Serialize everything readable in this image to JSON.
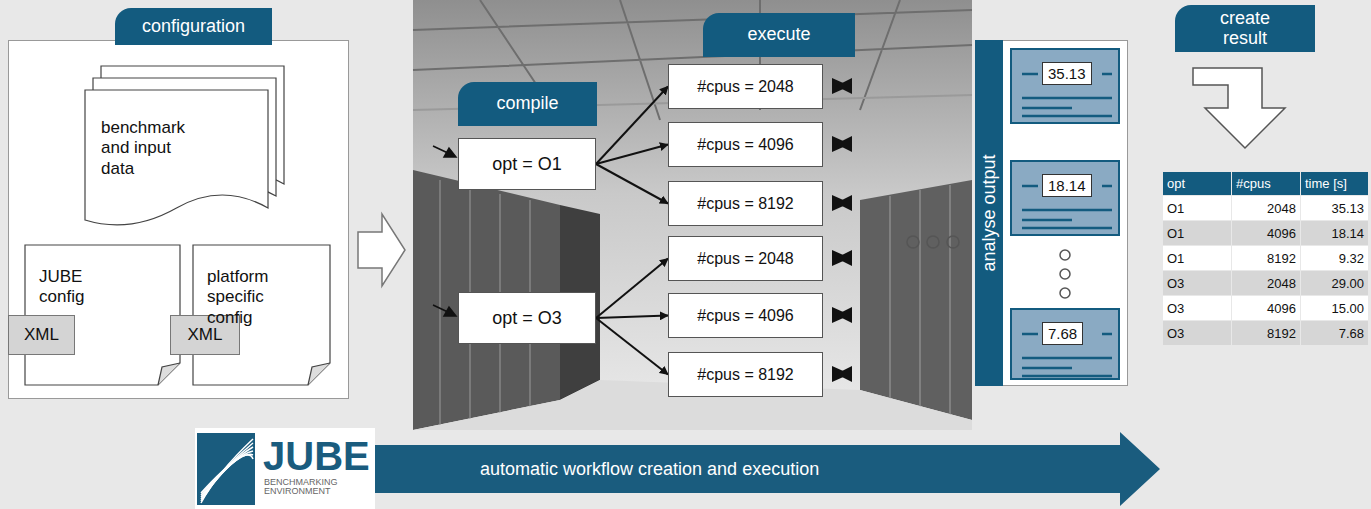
{
  "diagram": {
    "nodes": [
      {
        "text": [
          "configuration"
        ]
      },
      {
        "text": [
          "benchmark and input data"
        ]
      },
      {
        "text": [
          "JUBE config"
        ]
      },
      {
        "text": [
          "XML"
        ],
        "in": 2
      },
      {
        "text": [
          "platform specific config"
        ]
      },
      {
        "text": [
          "XML"
        ],
        "in": 4
      },
      {
        "text": [
          "compile"
        ]
      },
      {
        "text": [
          "opt = O1"
        ]
      },
      {
        "text": [
          "opt = O3"
        ]
      },
      {
        "text": [
          "execute"
        ]
      },
      {
        "text": [
          "#cpus = 2048"
        ]
      },
      {
        "text": [
          "#cpus = 4096"
        ]
      },
      {
        "text": [
          "#cpus = 8192"
        ]
      },
      {
        "text": [
          "#cpus = 2048"
        ]
      },
      {
        "text": [
          "#cpus = 4096"
        ]
      },
      {
        "text": [
          "#cpus = 8192"
        ]
      },
      {
        "text": [
          "analyse output"
        ]
      },
      {
        "text": [
          "35.13"
        ]
      },
      {
        "text": [
          "18.14"
        ]
      },
      {
        "text": [
          "7.68"
        ]
      },
      {
        "text": [
          "create result"
        ]
      },
      {
        "text": [
          "JUBE",
          "BENCHMARKING ENVIRONMENT"
        ]
      },
      {
        "text": [
          "automatic workflow creation and execution"
        ]
      }
    ],
    "edges": [
      {
        "from": 7,
        "to": 10,
        "arrow": "to"
      },
      {
        "from": 7,
        "to": 11,
        "arrow": "to"
      },
      {
        "from": 7,
        "to": 12,
        "arrow": "to"
      },
      {
        "from": 8,
        "to": 13,
        "arrow": "to"
      },
      {
        "from": 8,
        "to": 14,
        "arrow": "to"
      },
      {
        "from": 8,
        "to": 15,
        "arrow": "to"
      }
    ],
    "labels": [
      "opt",
      "#cpus",
      "time [s]",
      "O1",
      "2048",
      "35.13",
      "O1",
      "4096",
      "18.14",
      "O1",
      "8192",
      "9.32",
      "O3",
      "2048",
      "29.00",
      "O3",
      "4096",
      "15.00",
      "O3",
      "8192",
      "7.68"
    ]
  }
}
